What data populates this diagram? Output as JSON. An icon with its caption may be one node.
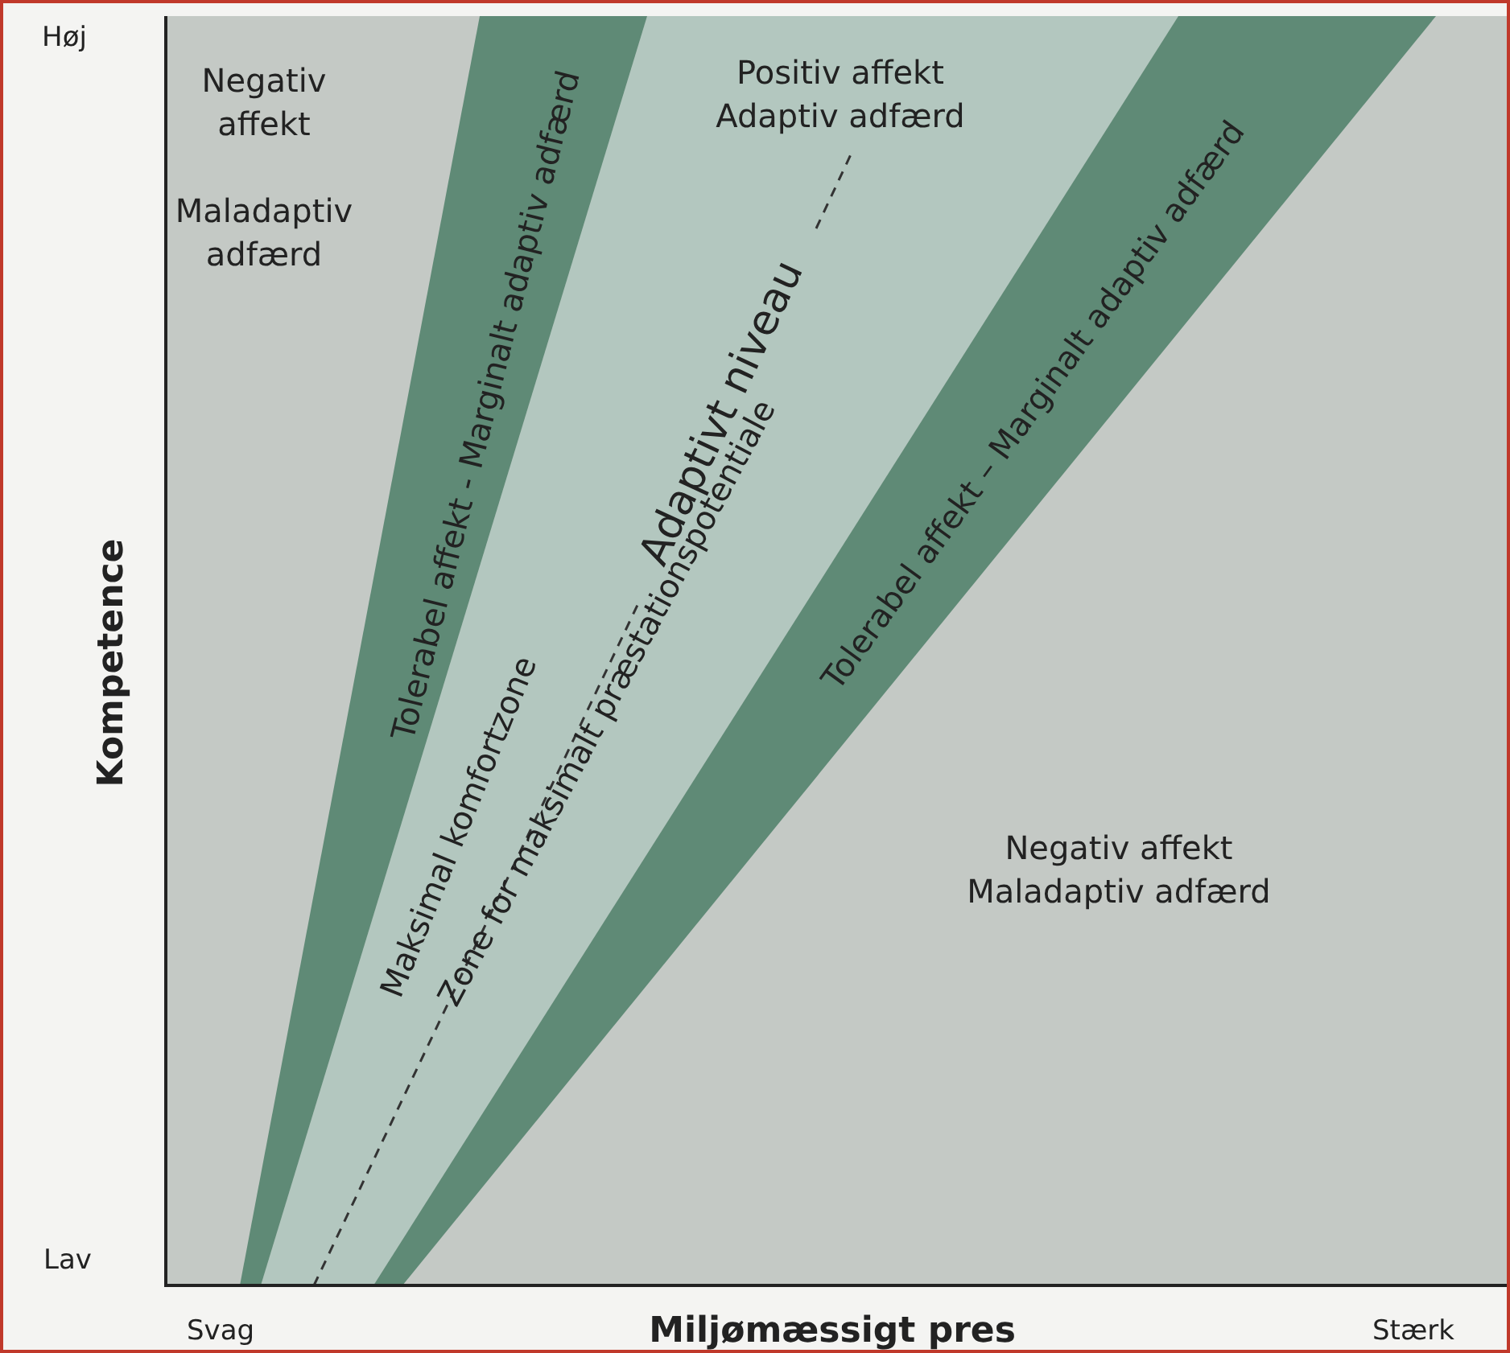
{
  "diagram": {
    "labels": [
      "Høj",
      "Negativ affekt",
      "Maladaptiv adfærd",
      "Tolerabel affekt - Marginalt adaptiv adfærd",
      "Positiv affekt Adaptiv adfærd",
      "Tolerabel affekt – Marginalt adaptiv adfærd",
      "Adaptivt niveau",
      "Zone for maksimalt præstationspotentiale",
      "Maksimal komfortzone",
      "Kompetence",
      "Negativ affekt Maladaptiv adfærd",
      "Lav",
      "Svag",
      "Miljømæssigt pres",
      "Stærk"
    ]
  }
}
